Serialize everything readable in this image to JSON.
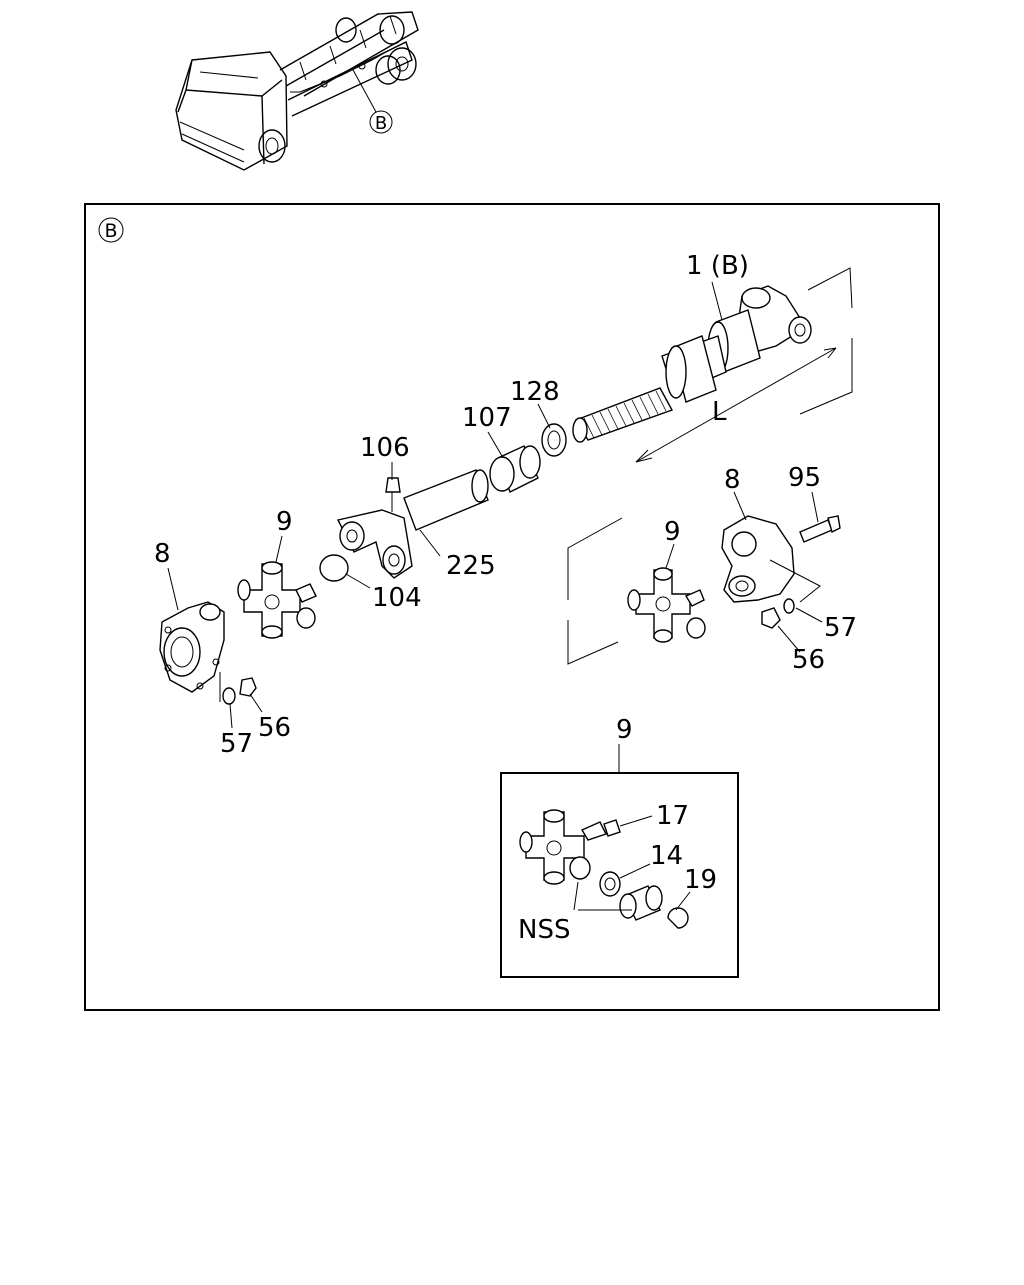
{
  "overview": {
    "callout": "B"
  },
  "main_section": {
    "marker": "B"
  },
  "labels": {
    "shaft_assembly": "1 (B)",
    "length_dimension": "L",
    "sleeve_107": "107",
    "seal_128": "128",
    "grease_fitting_106": "106",
    "tube_225": "225",
    "plug_104": "104",
    "flange_yoke_left": "8",
    "spider_left": "9",
    "washer_left": "57",
    "nut_left": "56",
    "spider_right": "9",
    "yoke_right": "8",
    "bolt_95": "95",
    "washer_right": "57",
    "nut_right": "56"
  },
  "detail": {
    "title": "9",
    "fitting_17": "17",
    "seal_14": "14",
    "snap_ring_19": "19",
    "nss": "NSS"
  }
}
